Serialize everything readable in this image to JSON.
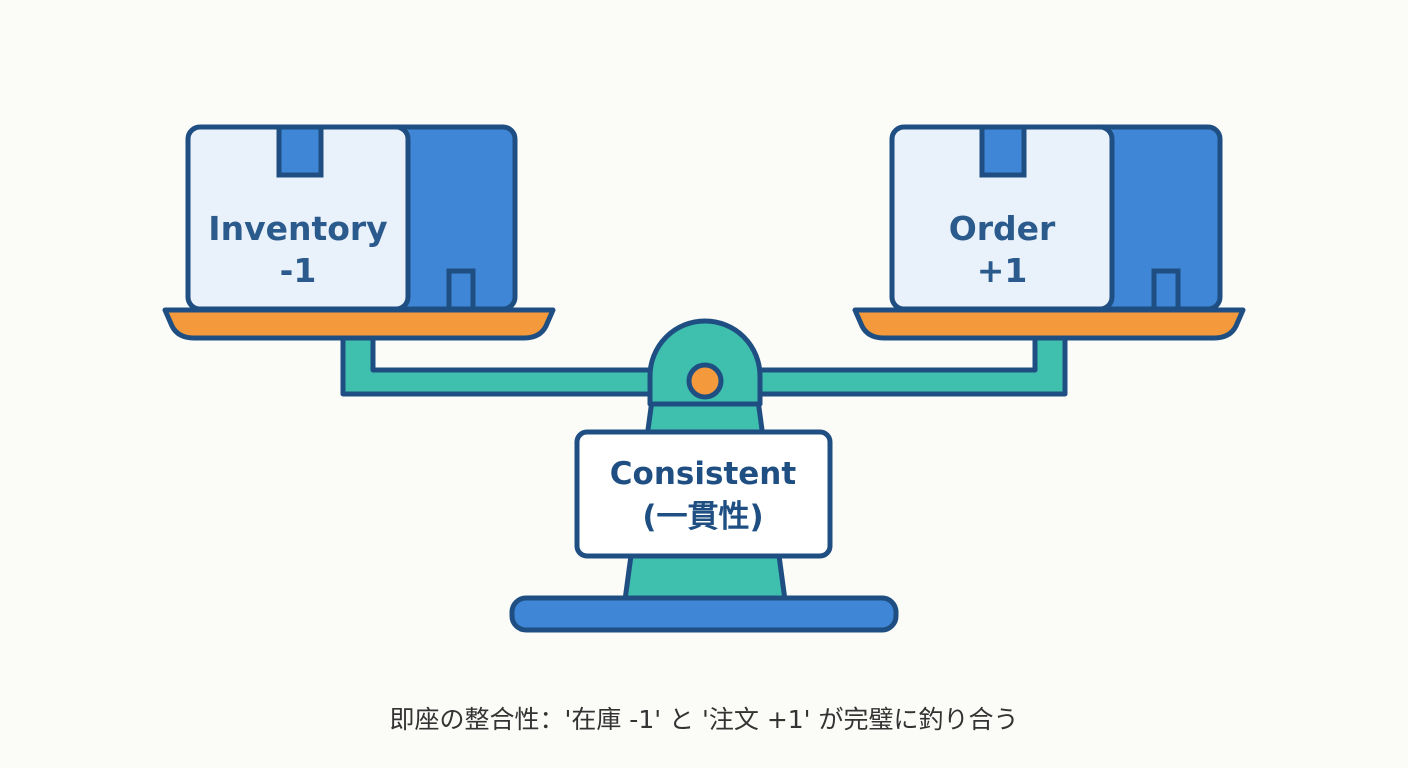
{
  "left_box": {
    "line1": "Inventory",
    "line2": "-1"
  },
  "right_box": {
    "line1": "Order",
    "line2": "+1"
  },
  "badge": {
    "line1": "Consistent",
    "line2": "(一貫性)"
  },
  "caption": "即座の整合性：'在庫 -1' と '注文 +1' が完璧に釣り合う",
  "colors": {
    "outline": "#1f4f82",
    "box_face": "#e9f1fb",
    "box_side": "#3f86d6",
    "pan": "#f49a3c",
    "beam": "#3fbfae",
    "base": "#3f86d6",
    "pivot": "#f49a3c"
  }
}
